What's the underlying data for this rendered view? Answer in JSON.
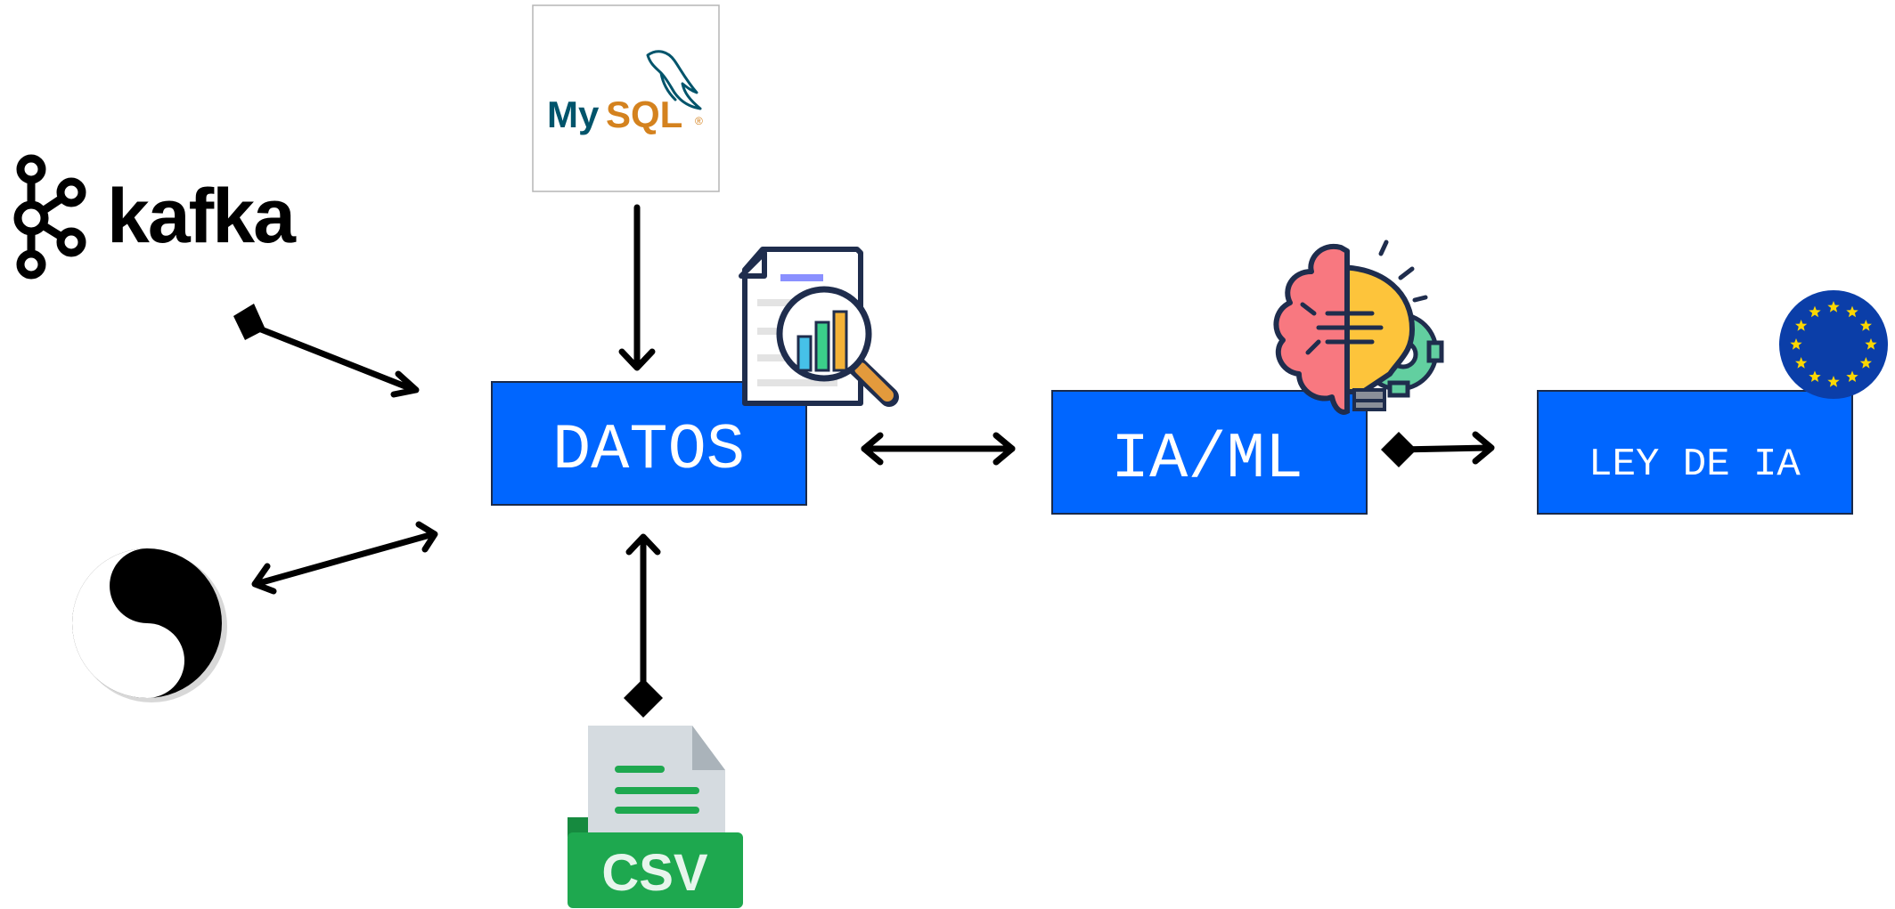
{
  "nodes": {
    "datos": {
      "label": "DATOS"
    },
    "ia_ml": {
      "label": "IA/ML"
    },
    "ley": {
      "label": "LEY DE IA"
    }
  },
  "logos": {
    "kafka": {
      "text": "kafka"
    },
    "mysql": {
      "text_my": "My",
      "text_sql": "SQL",
      "reg": "®"
    },
    "csv": {
      "text": "CSV"
    }
  },
  "colors": {
    "box_fill": "#0066ff",
    "arrow": "#000000",
    "csv_green": "#1ea84f",
    "mysql_blue": "#00546b",
    "mysql_orange": "#d4821e"
  }
}
